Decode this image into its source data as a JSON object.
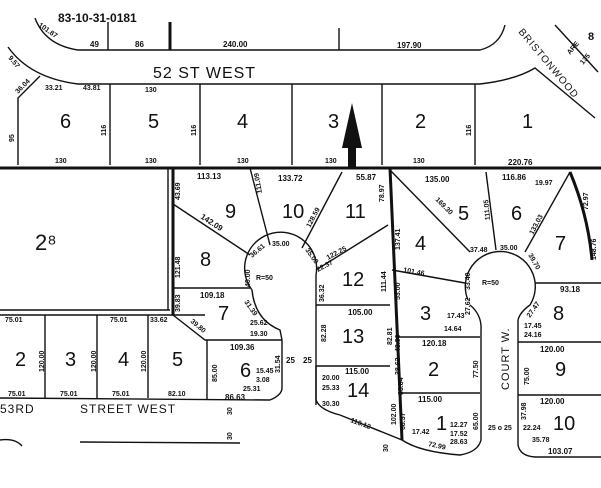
{
  "parcel_id": "83-10-31-0181",
  "streets": {
    "north": "52 ST WEST",
    "south_a": "53RD",
    "south_b": "STREET WEST",
    "court": "COURT W.",
    "bristonwood": "BRISTONWOOD",
    "right_edge": "ARE",
    "right_corner": "8"
  },
  "lots_north": [
    "6",
    "5",
    "4",
    "3",
    "2",
    "1"
  ],
  "block_west": "2⁸",
  "lots_center": [
    "9",
    "10",
    "11",
    "8",
    "12",
    "7",
    "13",
    "6",
    "14"
  ],
  "lots_east": [
    "5",
    "6",
    "4",
    "7",
    "3",
    "8",
    "2",
    "9",
    "1",
    "10"
  ],
  "lots_southwest": [
    "2",
    "3",
    "4",
    "5"
  ],
  "dims": {
    "d49": "49",
    "d86": "86",
    "d240": "240.00",
    "d197": "197.90",
    "d101": "101.87",
    "d957": "9.57",
    "d3604": "36.04",
    "d3321": "33.21",
    "d4381": "43.81",
    "n130": "130",
    "n116": "116",
    "n95": "95",
    "n220": "220.76",
    "d135": "135",
    "c11313": "113.13",
    "c13372": "133.72",
    "c5587": "55.87",
    "c4369": "43.69",
    "c14209": "142.09",
    "c11109": "111.09",
    "c12859": "128.59",
    "c7897": "78.97",
    "c3661": "36.61",
    "c3500": "35.00",
    "c12225": "122.25",
    "c2237": "22.37",
    "c12148": "121.48",
    "c4000": "40.00",
    "cR50": "R=50",
    "c10918": "109.18",
    "c3632": "36.32",
    "c11144": "111.44",
    "c10500": "105.00",
    "c3983": "39.83",
    "c3139": "31.39",
    "c3980": "39.80",
    "c2562": "25.62",
    "c1930": "19.30",
    "c10936": "109.36",
    "c8500": "85.00",
    "c1545": "15.45",
    "c308": "3.08",
    "c2531": "25.31",
    "c8663": "86.63",
    "c3154": "31.54",
    "c25": "25",
    "e13500": "135.00",
    "e11686": "116.86",
    "e1997": "19.97",
    "e16930": "169.30",
    "e11105": "111.05",
    "e13303": "133.03",
    "e7297": "72.97",
    "e14876": "148.76",
    "e13741": "137.41",
    "e3748": "37.48",
    "e3500": "35.00",
    "e3970": "39.70",
    "e10146": "101.46",
    "e3340": "33.40",
    "e5300": "53.00",
    "e2762": "27.62",
    "e9318": "93.18",
    "e2747": "27.47",
    "e1743a": "17.43",
    "e1464": "14.64",
    "e12018": "120.18",
    "e7750": "77.50",
    "e11500": "115.00",
    "e6500": "65.00",
    "e1227": "12.27",
    "e1752": "17.52",
    "e2863": "28.63",
    "e1742": "17.42",
    "e7299": "72.99",
    "e3864": "38.63",
    "e4390": "43.90",
    "e3384": "33.84",
    "e8281": "82.81",
    "e10200": "102.00",
    "e6837": "68.37",
    "e1745": "17.45",
    "e2416": "24.16",
    "e12000a": "120.00",
    "e7500": "75.00",
    "e12000b": "120.00",
    "e3798": "37.98",
    "e2224": "22.24",
    "e3578": "35.78",
    "e10307": "103.07",
    "e25b": "25 o 25",
    "s11500": "115.00",
    "s2000": "20.00",
    "s2533": "25.33",
    "s3030": "30.30",
    "s11012": "110.12",
    "s8228": "82.28",
    "s30": "30",
    "w7501": "75.01",
    "w12000": "120.00",
    "w3362": "33.62",
    "w8210": "82.10"
  }
}
